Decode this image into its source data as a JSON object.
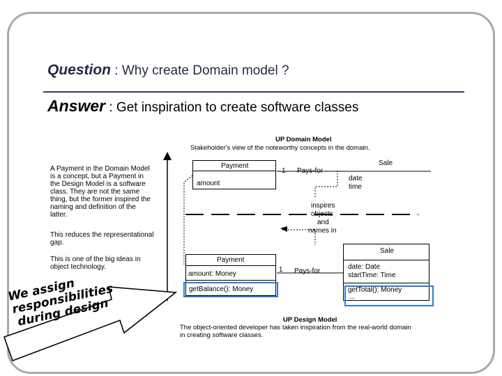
{
  "question": {
    "keyword": "Question",
    "text": " : Why create Domain model ?"
  },
  "answer": {
    "keyword": "Answer",
    "text": " : Get inspiration to create software classes"
  },
  "domain_model": {
    "title": "UP Domain Model",
    "subtitle": "Stakeholder's view of the noteworthy concepts in the domain.",
    "payment_class": {
      "name": "Payment",
      "attr": "amount"
    },
    "association": {
      "multiplicity": "1",
      "label": "Pays-for"
    },
    "sale_class": {
      "name": "Sale",
      "attrs": [
        "date",
        "time"
      ]
    }
  },
  "note": {
    "lines": [
      "A Payment in the Domain Model",
      "is a concept, but a Payment in",
      "the Design Model is a software",
      "class. They are not the same",
      "thing, but the former inspired the",
      "naming and definition of the",
      "latter.",
      "",
      "This reduces the representational",
      "gap.",
      "",
      "This is one of the big ideas in",
      "object technology."
    ]
  },
  "inspires": [
    "inspires",
    "objects",
    "and",
    "names in"
  ],
  "design_model": {
    "title": "UP Design Model",
    "subtitle_lines": [
      "The object-oriented developer has taken inspiration from the real-world domain",
      "in creating software classes."
    ],
    "payment_class": {
      "name": "Payment",
      "attr": "amount: Money",
      "method": "getBalance(): Money"
    },
    "association": {
      "multiplicity": "1",
      "label": "Pays-for"
    },
    "sale_class": {
      "name": "Sale",
      "attrs": [
        "date: Date",
        "startTime: Time"
      ],
      "methods": [
        "getTotal(): Money",
        "..."
      ]
    }
  },
  "stamp": [
    "We assign",
    "responsibilities",
    "during design"
  ],
  "colors": {
    "frame": "#a9a9a9",
    "rule": "#34415c",
    "highlight": "#2a7bd6",
    "arrow_fill": "#ffffff"
  }
}
